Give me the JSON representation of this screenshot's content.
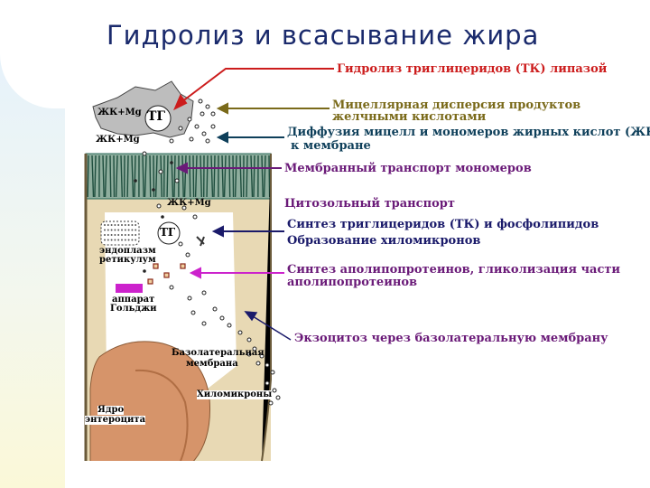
{
  "title": "Гидролиз и всасывание жира",
  "labels": {
    "hydrolysis": "Гидролиз триглицеридов (ТК) липазой",
    "micellar_1": "Мицеллярная дисперсия продуктов",
    "micellar_2": "желчными кислотами",
    "diffusion_1": "Диффузия мицелл и мономеров жирных кислот (ЖК)",
    "diffusion_2": "к мембране",
    "membrane_transport": "Мембранный транспорт мономеров",
    "cytosol_transport": "Цитозольный транспорт",
    "synthesis_1": "Синтез триглицеридов (ТК) и фосфолипидов",
    "synthesis_2": "Образование хиломикронов",
    "apo_1": "Синтез аполипопротеинов, гликолизация части",
    "apo_2": "аполипопротеинов",
    "exocytosis": "Экзоцитоз через базолатеральную мембрану"
  },
  "diagram": {
    "tg_top": "ТГ",
    "fa_mg_top": "ЖК+Mg",
    "fa_mg_bottom": "ЖК+Mg",
    "fa_mg_cell": "ЖК+Mg",
    "tg_cell": "ТГ",
    "er_1": "эндоплазм",
    "er_2": "ретикулум",
    "golgi_1": "аппарат",
    "golgi_2": "Гольджи",
    "basolateral_1": "Базолатеральная",
    "basolateral_2": "мембрана",
    "chylomicrons": "Хиломикроны",
    "nucleus_1": "Ядро",
    "nucleus_2": "энтероцита"
  },
  "colors": {
    "title": "#1a2a6c",
    "red": "#cc1c1c",
    "olive": "#7a6a1a",
    "teal": "#0e3f5a",
    "purple": "#6a1a78",
    "navy": "#1a1a6a",
    "magenta": "#cc22cc",
    "nucleus": "#d6946a"
  }
}
